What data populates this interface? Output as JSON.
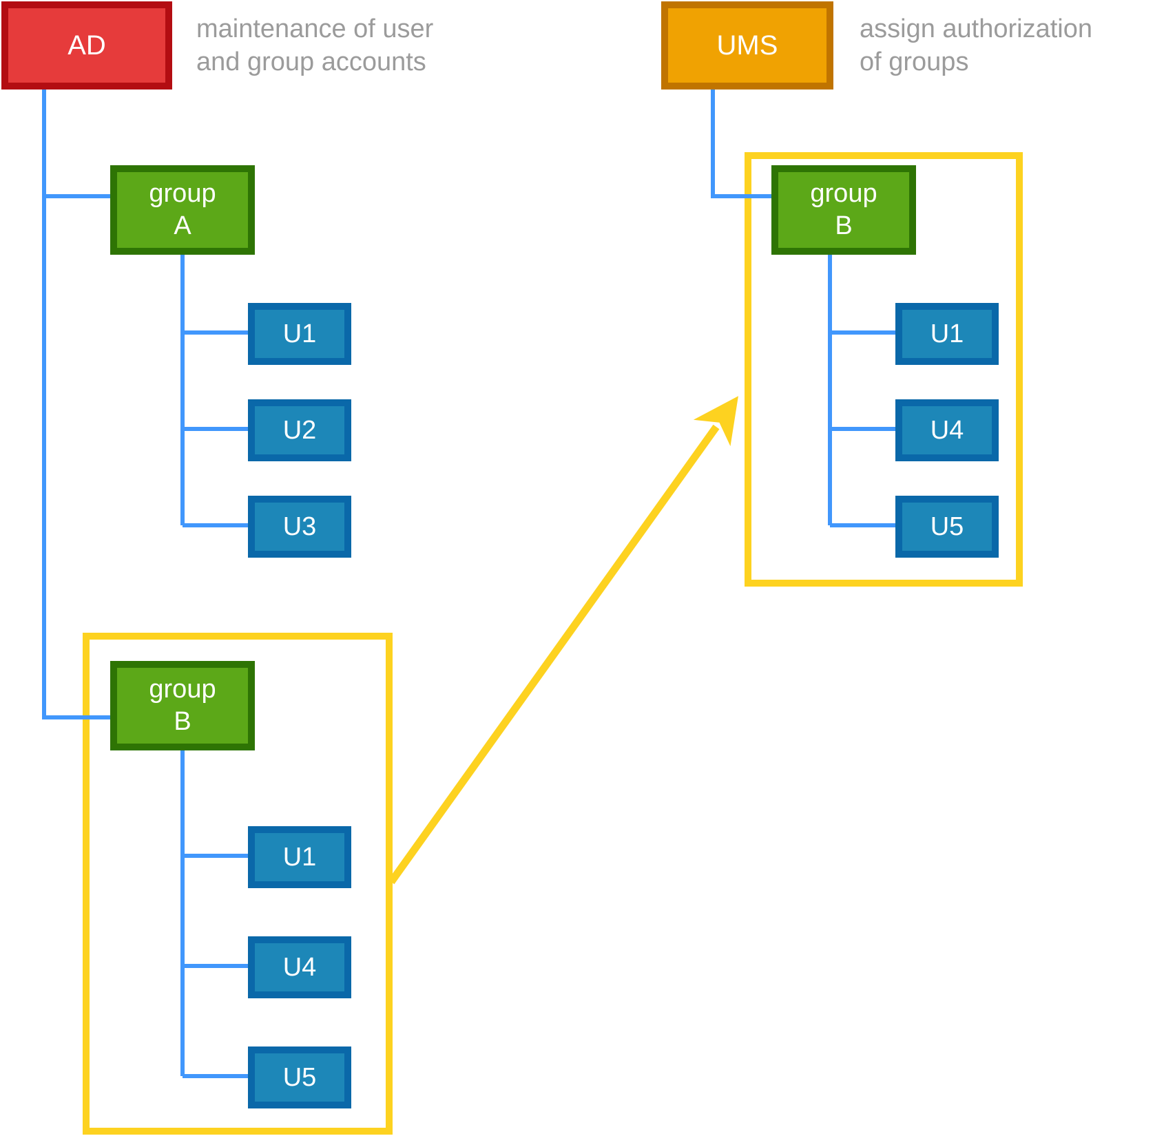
{
  "diagram": {
    "ad": {
      "label": "AD",
      "annotation_line1": "maintenance of user",
      "annotation_line2": "and group accounts"
    },
    "ums": {
      "label": "UMS",
      "annotation_line1": "assign authorization",
      "annotation_line2": "of groups"
    },
    "ad_tree": {
      "group_a": {
        "line1": "group",
        "line2": "A",
        "users": [
          "U1",
          "U2",
          "U3"
        ]
      },
      "group_b": {
        "line1": "group",
        "line2": "B",
        "users": [
          "U1",
          "U4",
          "U5"
        ]
      }
    },
    "ums_tree": {
      "group_b": {
        "line1": "group",
        "line2": "B",
        "users": [
          "U1",
          "U4",
          "U5"
        ]
      }
    }
  },
  "colors": {
    "red_fill": "#E63B3B",
    "red_border": "#B30D12",
    "orange_fill": "#F0A202",
    "orange_border": "#C07400",
    "green_fill": "#5CA818",
    "green_border": "#2E7404",
    "blue_fill": "#1D87B8",
    "blue_border": "#0A68A9",
    "connector_blue": "#4197FC",
    "highlight_yellow": "#FDD220",
    "annotation_gray": "#9B9B9B",
    "text_white": "#FFFFFF"
  }
}
